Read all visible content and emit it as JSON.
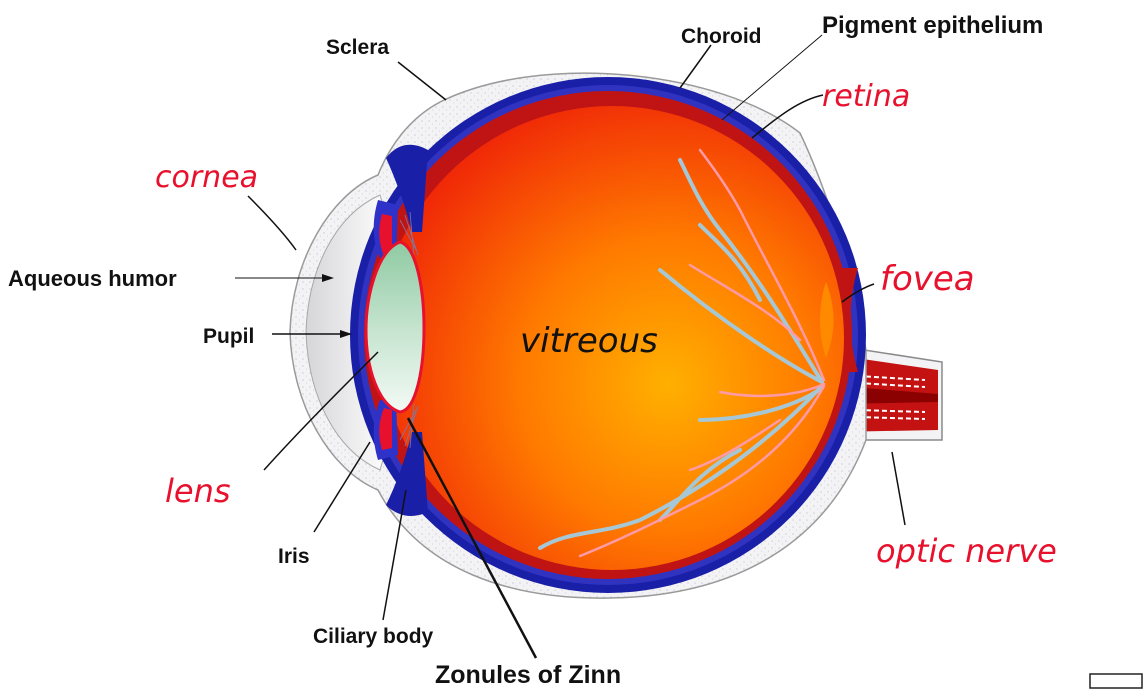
{
  "labels": {
    "sclera": "Sclera",
    "choroid": "Choroid",
    "pigment_epithelium": "Pigment epithelium",
    "aqueous_humor": "Aqueous humor",
    "pupil": "Pupil",
    "iris": "Iris",
    "ciliary_body": "Ciliary body",
    "zonules": "Zonules of Zinn"
  },
  "handwritten": {
    "cornea": "cornea",
    "retina": "retina",
    "fovea": "fovea",
    "vitreous": "vitreous",
    "lens": "lens",
    "optic_nerve": "optic nerve"
  },
  "colors": {
    "annotation_red": "#e8112d",
    "sclera_fill": "#f2f2f4",
    "choroid_blue": "#1a1fa8",
    "retina_red": "#c81414",
    "vitreous_inner": "#ffa000",
    "vitreous_outer": "#f0200a",
    "lens_green": "#9fd1ae",
    "vessel_pink": "#ff9aa6",
    "vessel_blue": "#a6c8d6"
  }
}
